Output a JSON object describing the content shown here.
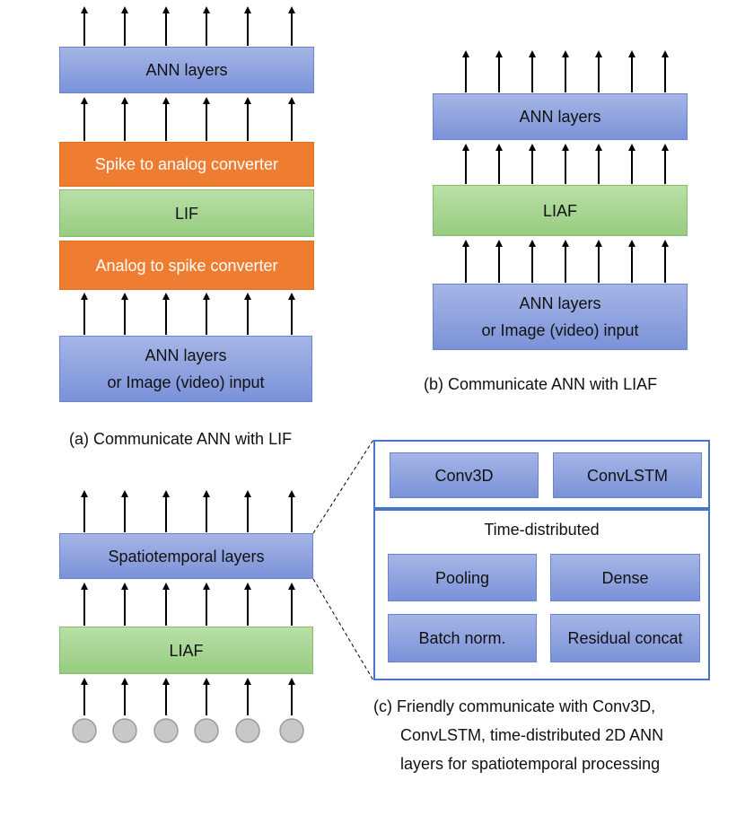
{
  "panel_a": {
    "top_layer": "ANN layers",
    "spike_to_analog": "Spike to analog converter",
    "lif": "LIF",
    "analog_to_spike": "Analog to spike converter",
    "input_line1": "ANN layers",
    "input_line2": "or Image (video) input",
    "caption": "(a)  Communicate ANN with LIF"
  },
  "panel_b": {
    "top_layer": "ANN layers",
    "liaf": "LIAF",
    "input_line1": "ANN layers",
    "input_line2": "or Image (video) input",
    "caption": "(b)  Communicate ANN with LIAF"
  },
  "panel_c": {
    "spatiotemporal": "Spatiotemporal layers",
    "liaf": "LIAF",
    "conv3d": "Conv3D",
    "convlstm": "ConvLSTM",
    "time_distributed": "Time-distributed",
    "pooling": "Pooling",
    "dense": "Dense",
    "batch_norm": "Batch norm.",
    "residual": "Residual concat",
    "caption_lines": [
      "(c)  Friendly communicate with Conv3D,",
      "ConvLSTM, time-distributed 2D ANN",
      "layers for spatiotemporal processing"
    ]
  },
  "colors": {
    "layer_blue": "#8fa3e0",
    "liaf_green": "#a8d692",
    "converter_orange": "#ee7d31",
    "panel_border": "#4a74c9"
  }
}
